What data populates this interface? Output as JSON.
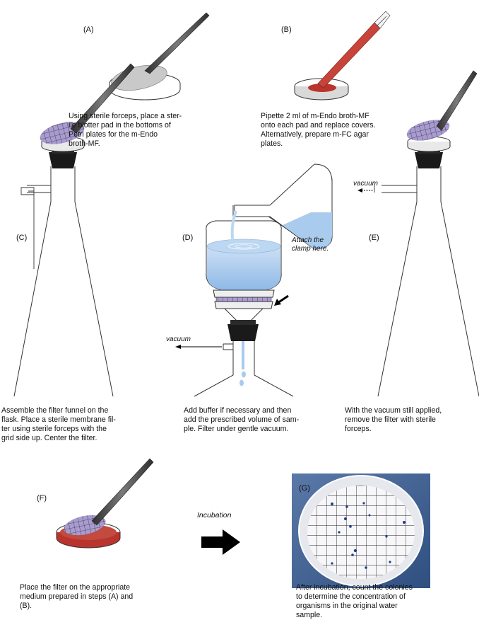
{
  "steps": {
    "A": {
      "label": "(A)",
      "caption": "Using sterile forceps, place a ster-\nile blotter pad in the bottoms of\nPetri plates for the m-Endo\nbroth-MF."
    },
    "B": {
      "label": "(B)",
      "caption": "Pipette 2 ml of m-Endo broth-MF\nonto each pad and replace covers.\nAlternatively,  prepare m-FC agar\nplates."
    },
    "C": {
      "label": "(C)",
      "caption": "Assemble the filter funnel on the\nflask. Place a sterile membrane fil-\nter using sterile forceps with the\ngrid side up. Center the filter."
    },
    "D": {
      "label": "(D)",
      "caption": "Add buffer if necessary and then\nadd the prescribed volume of sam-\nple. Filter under gentle vacuum.",
      "clamp_note": "Attach the\nclamp here.",
      "vacuum": "vacuum"
    },
    "E": {
      "label": "(E)",
      "caption": "With the vacuum still applied,\nremove the filter with sterile\nforceps.",
      "vacuum": "vacuum"
    },
    "F": {
      "label": "(F)",
      "caption": "Place the filter on the appropriate\nmedium prepared in steps (A) and\n(B)."
    },
    "G": {
      "label": "(G)",
      "caption": "After incubation, count the colonies\nto determine the concentration of\norganisms in the original water\nsample."
    }
  },
  "incubation_label": "Incubation",
  "colors": {
    "forceps": "#4a4a4a",
    "pad_gray": "#c9c9c9",
    "broth_red": "#b9342c",
    "pipette_red": "#c8443a",
    "filter_purple": "#a99bd2",
    "water_blue": "#a9cbee",
    "photo_bg": "#4a6a9a",
    "stopper": "#1a1a1a"
  }
}
